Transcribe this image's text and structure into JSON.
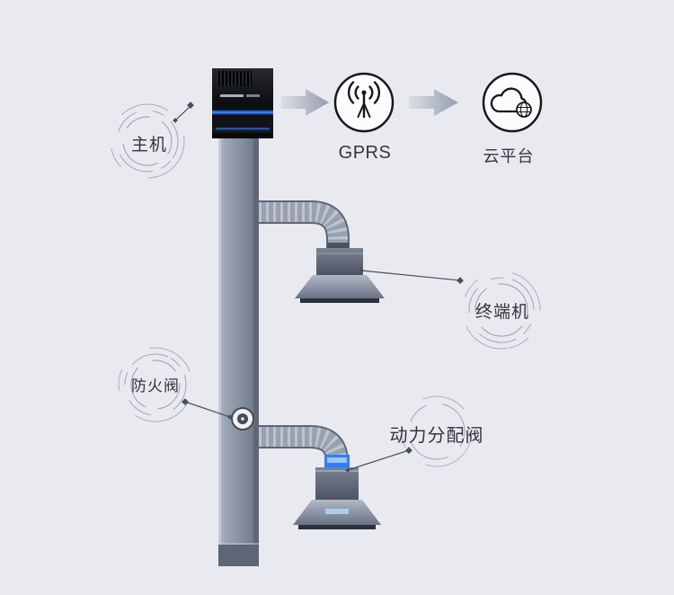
{
  "labels": {
    "host": "主机",
    "gprs": "GPRS",
    "cloud": "云平台",
    "terminal": "终端机",
    "fire_valve": "防火阀",
    "power_valve": "动力分配阀"
  },
  "icons": {
    "gprs": "radio-signal-icon",
    "cloud": "cloud-network-icon",
    "flow_arrows": "right-arrow-icon"
  },
  "colors": {
    "background": "#e9e9f0",
    "accent_blue": "#2f7dff",
    "duct_gray": "#8a93a3",
    "device_black": "#0d0e12",
    "line": "#4a4f58",
    "text": "#33363d"
  }
}
